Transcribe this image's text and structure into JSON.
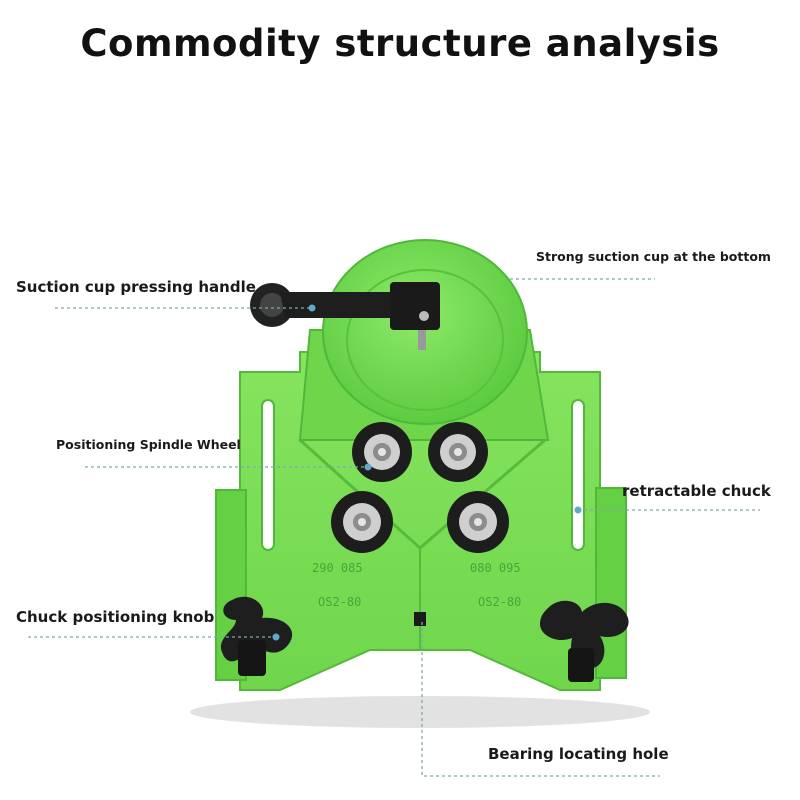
{
  "title": "Commodity structure analysis",
  "labels": {
    "handle": "Suction cup pressing handle",
    "suction": "Strong suction cup at the bottom",
    "spindle": "Positioning Spindle Wheel",
    "chuck": "retractable chuck",
    "knob": "Chuck positioning knob",
    "hole": "Bearing locating hole"
  },
  "plate_markings": {
    "left_top": "290  085",
    "right_top": "080  095",
    "left_low": "OS2-80",
    "right_low": "OS2-80"
  },
  "colors": {
    "body_green": "#7ee05a",
    "body_dark": "#4fb83a",
    "knob_black": "#1e1e1e",
    "leader_line": "#7fa6b0"
  }
}
